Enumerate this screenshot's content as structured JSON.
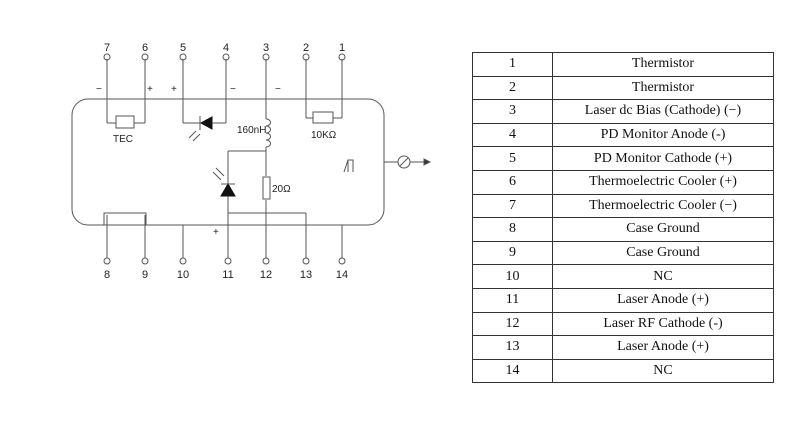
{
  "schematic": {
    "top_pins": [
      "7",
      "6",
      "5",
      "4",
      "3",
      "2",
      "1"
    ],
    "bottom_pins": [
      "8",
      "9",
      "10",
      "11",
      "12",
      "13",
      "14"
    ],
    "labels": {
      "tec": "TEC",
      "inductor": "160nH",
      "thermistor": "10KΩ",
      "resistor": "20Ω"
    },
    "polarity": {
      "p7": "−",
      "p6": "+",
      "p5": "+",
      "p4": "−",
      "p3": "−",
      "p11": "+"
    }
  },
  "pin_table": [
    {
      "pin": "1",
      "function": "Thermistor"
    },
    {
      "pin": "2",
      "function": "Thermistor"
    },
    {
      "pin": "3",
      "function": "Laser dc Bias (Cathode) (−)"
    },
    {
      "pin": "4",
      "function": "PD Monitor Anode (-)"
    },
    {
      "pin": "5",
      "function": "PD Monitor Cathode (+)"
    },
    {
      "pin": "6",
      "function": "Thermoelectric Cooler (+)"
    },
    {
      "pin": "7",
      "function": "Thermoelectric Cooler (−)"
    },
    {
      "pin": "8",
      "function": "Case Ground"
    },
    {
      "pin": "9",
      "function": "Case Ground"
    },
    {
      "pin": "10",
      "function": "NC"
    },
    {
      "pin": "11",
      "function": "Laser Anode (+)"
    },
    {
      "pin": "12",
      "function": "Laser RF Cathode (-)"
    },
    {
      "pin": "13",
      "function": "Laser Anode (+)"
    },
    {
      "pin": "14",
      "function": "NC"
    }
  ]
}
